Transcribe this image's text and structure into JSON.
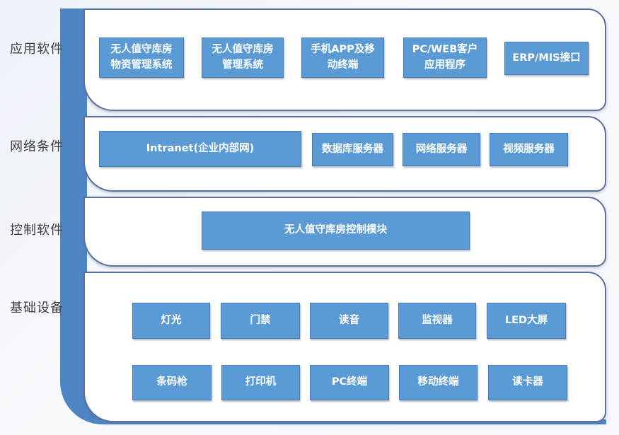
{
  "colors": {
    "box_fill_color": "#5b9bd5",
    "box_border_color": "#4a7db8",
    "pipe_color": "#4e85c4",
    "panel_border_color": "#5c70a0",
    "label_text_color": "#3e3e40"
  },
  "layers": [
    {
      "label": "应用软件",
      "boxes": [
        {
          "text": "无人值守库房\n物资管理系统"
        },
        {
          "text": "无人值守库房\n管理系统"
        },
        {
          "text": "手机APP及移\n动终端"
        },
        {
          "text": "PC/WEB客户\n应用程序"
        },
        {
          "text": "ERP/MIS接口"
        }
      ]
    },
    {
      "label": "网络条件",
      "boxes": [
        {
          "text": "Intranet(企业内部网)"
        },
        {
          "text": "数据库服务器"
        },
        {
          "text": "网络服务器"
        },
        {
          "text": "视频服务器"
        }
      ]
    },
    {
      "label": "控制软件",
      "boxes": [
        {
          "text": "无人值守库房控制模块"
        }
      ]
    },
    {
      "label": "基础设备",
      "boxes": [
        {
          "text": "灯光"
        },
        {
          "text": "门禁"
        },
        {
          "text": "读音"
        },
        {
          "text": "监视器"
        },
        {
          "text": "LED大屏"
        },
        {
          "text": "条码枪"
        },
        {
          "text": "打印机"
        },
        {
          "text": "PC终端"
        },
        {
          "text": "移动终端"
        },
        {
          "text": "读卡器"
        }
      ]
    }
  ]
}
